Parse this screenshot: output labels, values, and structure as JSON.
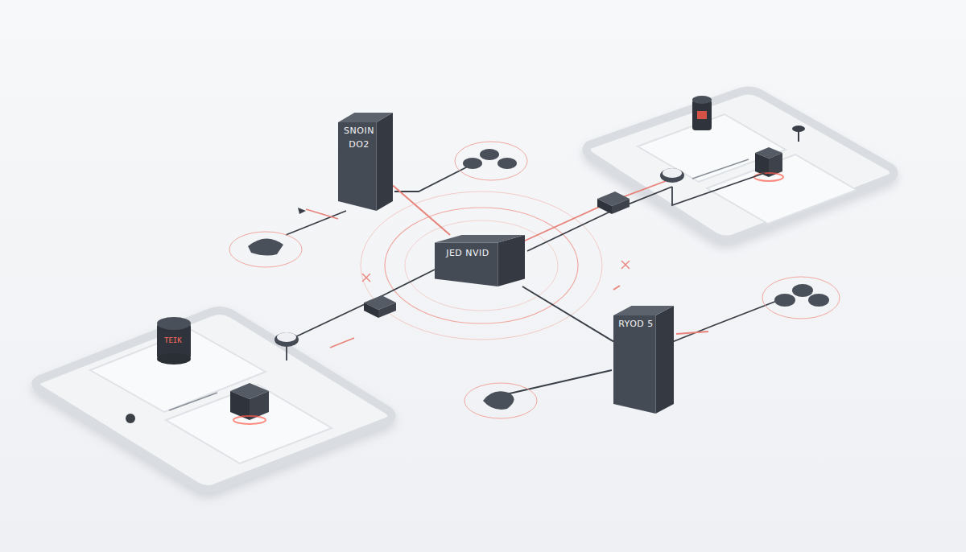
{
  "diagram": {
    "nodes": [
      {
        "text": [
          "SNOIN",
          "DO2"
        ]
      },
      {
        "text": [
          "JED NVID"
        ]
      },
      {
        "text": [
          "RYOD 5"
        ]
      }
    ],
    "edges": [
      {
        "from": 0,
        "to": 1,
        "arrow": "none"
      },
      {
        "from": 1,
        "to": 2,
        "arrow": "none"
      }
    ],
    "labels": [
      "TEIK"
    ]
  }
}
